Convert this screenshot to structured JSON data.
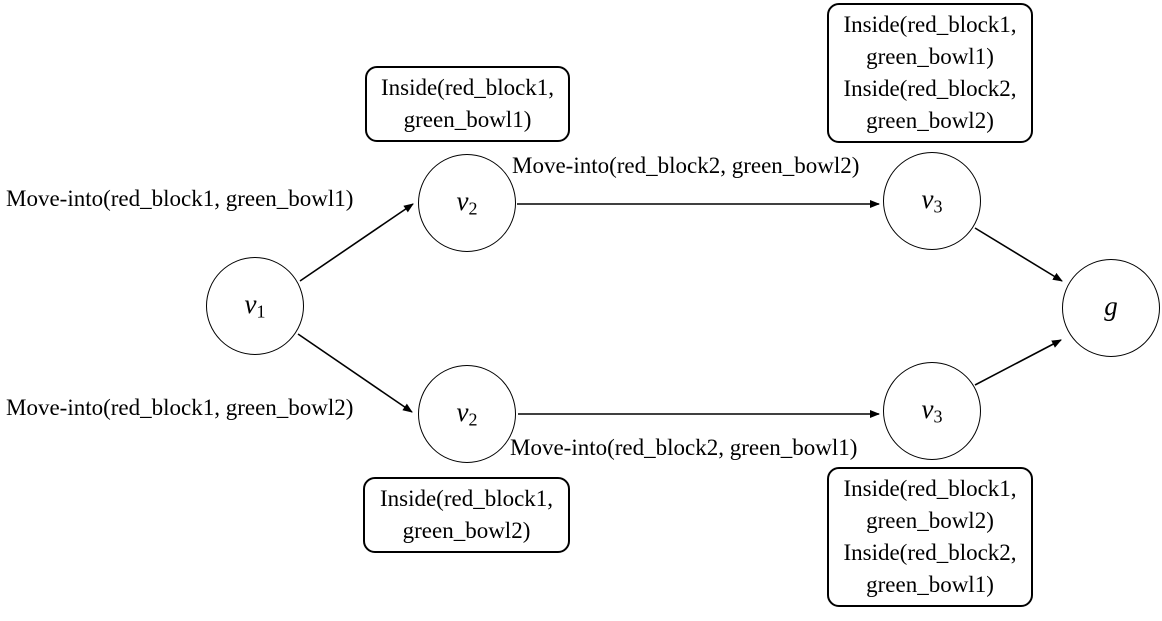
{
  "diagram": {
    "description": "Planning state-transition graph",
    "nodes": [
      {
        "id": "v1",
        "base": "v",
        "sub": "1"
      },
      {
        "id": "v2-top",
        "base": "v",
        "sub": "2"
      },
      {
        "id": "v3-top",
        "base": "v",
        "sub": "3"
      },
      {
        "id": "v2-bottom",
        "base": "v",
        "sub": "2"
      },
      {
        "id": "v3-bottom",
        "base": "v",
        "sub": "3"
      },
      {
        "id": "g",
        "base": "g",
        "sub": ""
      }
    ],
    "edges": [
      {
        "from": "v1",
        "to": "v2-top",
        "label": "Move-into(red_block1, green_bowl1)"
      },
      {
        "from": "v2-top",
        "to": "v3-top",
        "label": "Move-into(red_block2, green_bowl2)"
      },
      {
        "from": "v1",
        "to": "v2-bottom",
        "label": "Move-into(red_block1, green_bowl2)"
      },
      {
        "from": "v2-bottom",
        "to": "v3-bottom",
        "label": "Move-into(red_block2, green_bowl1)"
      },
      {
        "from": "v3-top",
        "to": "g",
        "label": ""
      },
      {
        "from": "v3-bottom",
        "to": "g",
        "label": ""
      }
    ],
    "state_boxes": [
      {
        "attached_to": "v2-top",
        "lines": [
          "Inside(red_block1,",
          "green_bowl1)"
        ]
      },
      {
        "attached_to": "v3-top",
        "lines": [
          "Inside(red_block1,",
          "green_bowl1)",
          "Inside(red_block2,",
          "green_bowl2)"
        ]
      },
      {
        "attached_to": "v2-bottom",
        "lines": [
          "Inside(red_block1,",
          "green_bowl2)"
        ]
      },
      {
        "attached_to": "v3-bottom",
        "lines": [
          "Inside(red_block1,",
          "green_bowl2)",
          "Inside(red_block2,",
          "green_bowl1)"
        ]
      }
    ],
    "colors": {
      "stroke": "#000000",
      "background": "#ffffff",
      "text": "#000000"
    }
  }
}
